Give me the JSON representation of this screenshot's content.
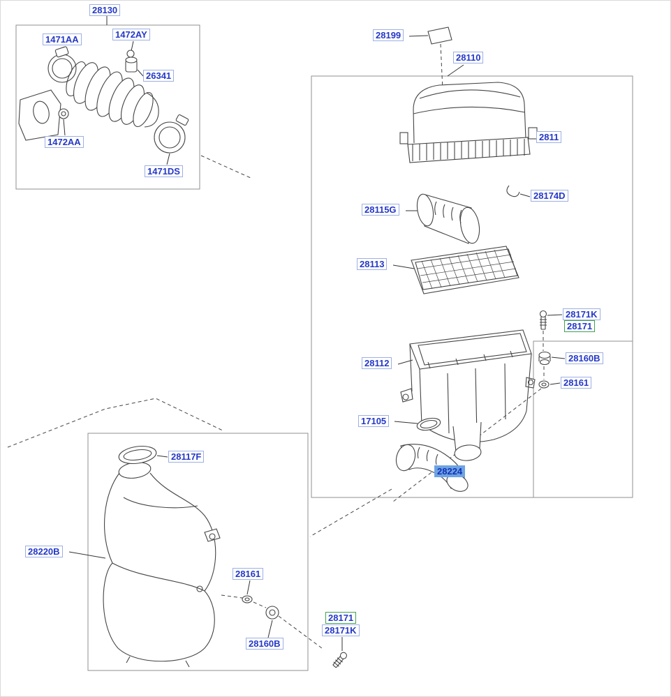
{
  "colors": {
    "label_text": "#2438c8",
    "label_border": "#9db0e4",
    "green_border": "#3fa34d",
    "highlight_bg": "#6ea3e3",
    "highlight_text": "#1232b6",
    "line": "#444444"
  },
  "labels": {
    "intake_hose_assy": "28130",
    "clamp_1471aa": "1471AA",
    "clip_1472ay": "1472AY",
    "sensor_26341": "26341",
    "clamp_1472aa": "1472AA",
    "clamp_1471ds": "1471DS",
    "caution_label": "28199",
    "air_cleaner_assy": "28110",
    "cover": "2811",
    "clip_28174d": "28174D",
    "air_duct": "28115G",
    "filter_element": "28113",
    "bolt_upper": "28171K",
    "bracket_upper": "28171",
    "insulator_upper": "28160B",
    "spacer_upper": "28161",
    "body_lower": "28112",
    "seal_ring": "17105",
    "intake_duct": "28224",
    "resonator_cap": "28117F",
    "resonator_assy": "28220B",
    "spacer_lower": "28161",
    "insulator_lower": "28160B",
    "bracket_lower": "28171",
    "bolt_lower": "28171K"
  }
}
